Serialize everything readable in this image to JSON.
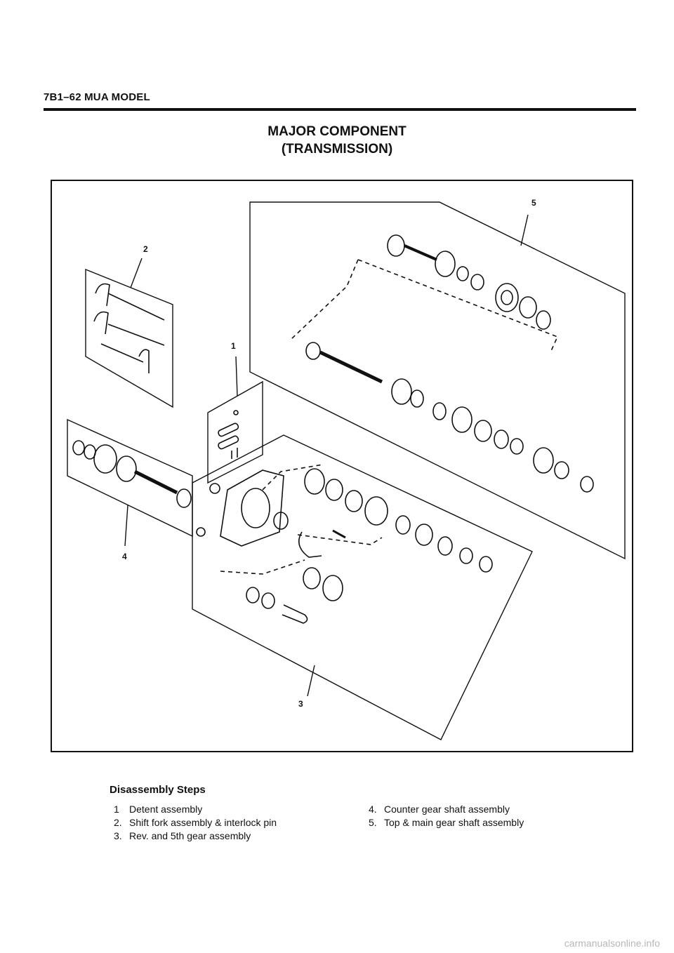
{
  "header": {
    "text": "7B1–62 MUA MODEL"
  },
  "title": {
    "line1": "MAJOR COMPONENT",
    "line2": "(TRANSMISSION)"
  },
  "figure": {
    "callouts": [
      {
        "id": "1",
        "label": "1"
      },
      {
        "id": "2",
        "label": "2"
      },
      {
        "id": "3",
        "label": "3"
      },
      {
        "id": "4",
        "label": "4"
      },
      {
        "id": "5",
        "label": "5"
      }
    ]
  },
  "steps": {
    "heading": "Disassembly Steps",
    "left": [
      {
        "num": "1",
        "text": "Detent assembly"
      },
      {
        "num": "2.",
        "text": "Shift fork assembly & interlock pin"
      },
      {
        "num": "3.",
        "text": "Rev. and 5th gear assembly"
      }
    ],
    "right": [
      {
        "num": "4.",
        "text": "Counter gear shaft assembly"
      },
      {
        "num": "5.",
        "text": "Top & main gear shaft assembly"
      }
    ]
  },
  "footer": {
    "text": "carmanualsonline.info"
  }
}
